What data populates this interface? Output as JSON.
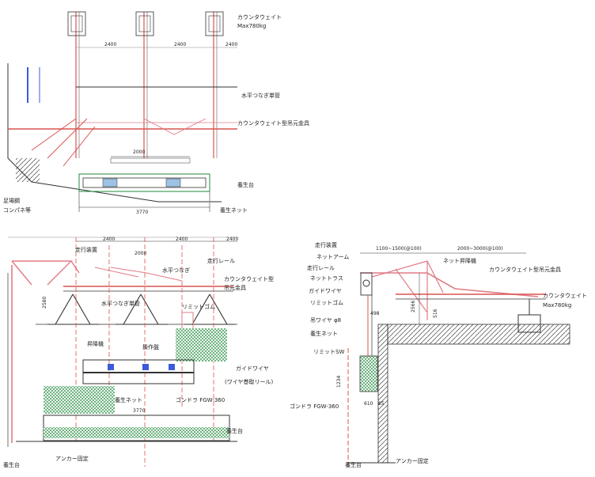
{
  "top_view": {
    "counterweight_label": "カウンタウェイト",
    "counterweight_max": "Max780kg",
    "dim_2400_a": "2400",
    "dim_2400_b": "2400",
    "dim_2400_c": "2400",
    "horizontal_pipe": "水平つなぎ単管",
    "counterweight_bracket": "カウンタウェイト型吊元金具",
    "dim_2000": "2000",
    "dim_3770": "3770",
    "safety_base": "養生台",
    "safety_net": "養生ネット",
    "existing_struct": "足場鋼",
    "concrete": "コンパネ等"
  },
  "front_view": {
    "dim_2400_a": "2400",
    "dim_2400_b": "2400",
    "dim_2400_c": "2400",
    "dim_2000": "2000",
    "travel_device": "走行装置",
    "horizontal_link": "水平つなぎ",
    "travel_rail": "走行レール",
    "cw_bracket_1": "カウンタウェイト型",
    "cw_bracket_2": "吊元金具",
    "dim_2580": "2580",
    "horizontal_pipe": "水平つなぎ単管",
    "limit_rubber": "リミットゴム",
    "lift_device": "昇降機",
    "control_panel": "操作盤",
    "guide_wire": "ガイドワイヤ",
    "wire_reel": "(ワイヤ巻取リール)",
    "safety_net": "養生ネット",
    "gondola": "ゴンドラ FGW-360",
    "dim_3770": "3770",
    "safety_base": "養生台",
    "anchor": "アンカー固定"
  },
  "side_view": {
    "travel_device": "走行装置",
    "net_arm": "ネットアーム",
    "travel_rail": "走行レール",
    "net_truss": "ネットトラス",
    "guide_wire": "ガイドワイヤ",
    "limit_rubber": "リミットゴム",
    "hang_wire": "吊ワイヤ φ8",
    "safety_net": "養生ネット",
    "limit_sw": "リミットSW",
    "gondola": "ゴンドラ FGW-360",
    "dim_1100": "1100~1500(@100)",
    "dim_2000": "2000~3000(@100)",
    "net_lift": "ネット昇降機",
    "cw_bracket": "カウンタウェイト型吊元金具",
    "counterweight_label": "カウンタウェイト",
    "counterweight_max": "Max780kg",
    "dim_2566": "2566",
    "dim_516": "516",
    "dim_498": "498",
    "dim_1234": "1234",
    "dim_610": "610",
    "dim_85": "85",
    "safety_base": "養生台",
    "anchor": "アンカー固定"
  },
  "colors": {
    "frame": "#d9534f",
    "net": "#1f8a3a",
    "dim": "#333333"
  }
}
